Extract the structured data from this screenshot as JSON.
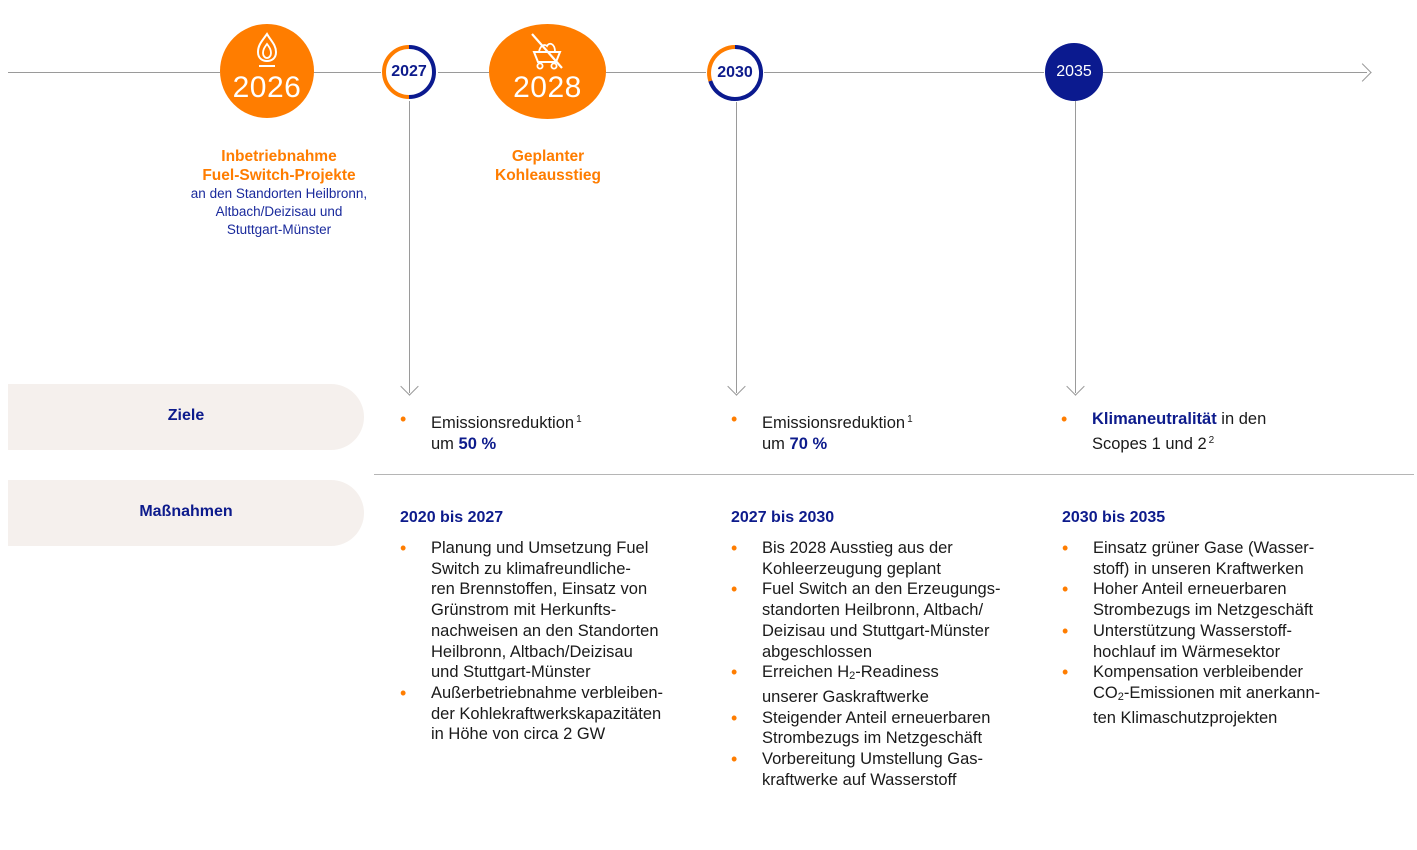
{
  "timeline": {
    "m2026": {
      "year": "2026",
      "icon": "flame-icon",
      "title_1": "Inbetriebnahme",
      "title_2": "Fuel-Switch-Projekte",
      "desc_1": "an den Standorten Heilbronn,",
      "desc_2": "Altbach/Deizisau und",
      "desc_3": "Stuttgart-Münster"
    },
    "m2027": {
      "year": "2027"
    },
    "m2028": {
      "year": "2028",
      "icon": "no-coal-icon",
      "title_1": "Geplanter",
      "title_2": "Kohleausstieg"
    },
    "m2030": {
      "year": "2030"
    },
    "m2035": {
      "year": "2035"
    }
  },
  "rows": {
    "ziele_label": "Ziele",
    "massnahmen_label": "Maßnahmen"
  },
  "goals": {
    "g2027": {
      "line1": "Emissionsreduktion",
      "sup": "1",
      "line2_pre": "um ",
      "line2_bold": "50 %"
    },
    "g2030": {
      "line1": "Emissionsreduktion",
      "sup": "1",
      "line2_pre": "um ",
      "line2_bold": "70 %"
    },
    "g2035": {
      "bold": "Klimaneutralität",
      "line1_rest": " in den",
      "line2": "Scopes 1 und 2",
      "sup": "2"
    }
  },
  "measures": {
    "c1": {
      "period": "2020 bis 2027",
      "b1": [
        "Planung und Umsetzung Fuel",
        "Switch zu klimafreundliche-",
        "ren Brennstoffen, Einsatz von",
        "Grünstrom mit Herkunfts-",
        "nachweisen an den Standorten",
        "Heilbronn, Altbach/Deizisau",
        "und Stuttgart-Münster"
      ],
      "b2": [
        "Außerbetriebnahme verbleiben-",
        "der Kohlekraftwerkskapazitäten",
        "in Höhe von circa 2 GW"
      ]
    },
    "c2": {
      "period": "2027 bis 2030",
      "b1": [
        "Bis 2028 Ausstieg aus der",
        "Kohleerzeugung geplant"
      ],
      "b2": [
        "Fuel Switch an den Erzeugungs-",
        "standorten Heilbronn, Altbach/",
        "Deizisau und Stuttgart-Münster",
        "abgeschlossen"
      ],
      "b3_pre": "Erreichen H",
      "b3_sub": "2",
      "b3_post": "-Readiness",
      "b3_line2": "unserer Gaskraftwerke",
      "b4": [
        "Steigender Anteil erneuerbaren",
        "Strombezugs im Netzgeschäft"
      ],
      "b5": [
        "Vorbereitung Umstellung Gas-",
        "kraftwerke auf Wasserstoff"
      ]
    },
    "c3": {
      "period": "2030 bis 2035",
      "b1": [
        "Einsatz grüner Gase (Wasser-",
        "stoff) in unseren Kraftwerken"
      ],
      "b2": [
        "Hoher Anteil erneuerbaren",
        "Strombezugs im Netzgeschäft"
      ],
      "b3": [
        "Unterstützung Wasserstoff-",
        "hochlauf im Wärmesektor"
      ],
      "b4_line1": "Kompensation verbleibender",
      "b4_pre": "CO",
      "b4_sub": "2",
      "b4_post": "-Emissionen mit anerkann-",
      "b4_line3": "ten Klimaschutzprojekten"
    }
  },
  "colors": {
    "orange": "#ff7d00",
    "navy": "#0b1a8f",
    "pill": "#f5f0ed",
    "line": "#9a9a9a"
  }
}
